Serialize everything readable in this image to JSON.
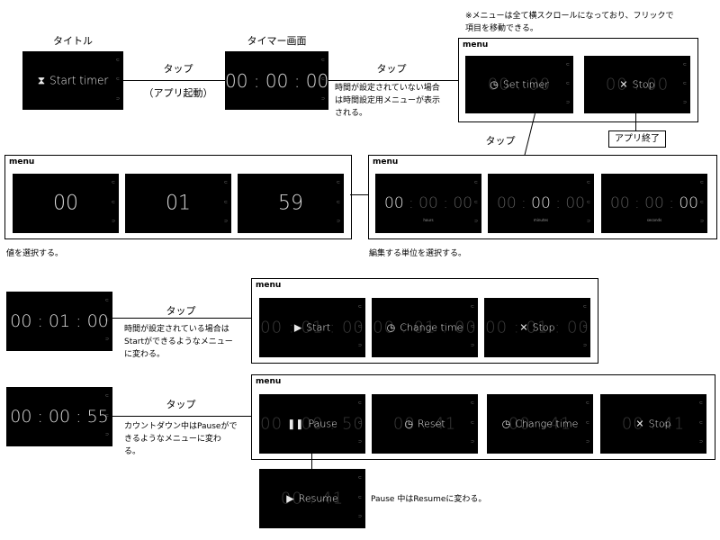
{
  "labels": {
    "title_heading": "タイトル",
    "timer_heading": "タイマー画面",
    "top_note_1": "※メニューは全て横スクロールになっており、フリックで",
    "top_note_2": "項目を移動できる。",
    "tap": "タップ",
    "app_launch": "（アプリ起動）",
    "note_no_time_1": "時間が設定されていない場合",
    "note_no_time_2": "は時間設定用メニューが表示",
    "note_no_time_3": "される。",
    "app_exit": "アプリ終了",
    "menu": "menu",
    "select_value": "値を選択する。",
    "select_unit": "編集する単位を選択する。",
    "note_time_set_1": "時間が設定されている場合は",
    "note_time_set_2": "Startができるようなメニュー",
    "note_time_set_3": "に変わる。",
    "note_countdown_1": "カウントダウン中はPauseがで",
    "note_countdown_2": "きるようなメニューに変わ",
    "note_countdown_3": "る。",
    "note_resume": "Pause 中はResumeに変わる。"
  },
  "screens": {
    "start_timer": "Start timer",
    "timer_display": "00 : 00 : 00",
    "set_timer": "Set timer",
    "stop": "Stop",
    "val_hours": "00",
    "val_minutes": "01",
    "val_seconds": "59",
    "unit_display": "00 : 00 : 00",
    "unit_hours": "hours",
    "unit_minutes": "minutes",
    "unit_seconds": "seconds",
    "timer_set_display": "00 : 01 : 00",
    "start": "Start",
    "change_time": "Change time",
    "countdown_display": "00 : 00 : 55",
    "pause": "Pause",
    "reset": "Reset",
    "resume": "Resume",
    "ghost_000": "00 : 00",
    "ghost_0100": "00 : 01 : 00",
    "ghost_0050": "00 : 00 : 50",
    "ghost_41": "00 : 41"
  },
  "icons": {
    "hourglass": "hourglass-icon",
    "clock": "timer-icon",
    "close": "close-icon",
    "play": "play-icon",
    "pause": "pause-icon"
  }
}
